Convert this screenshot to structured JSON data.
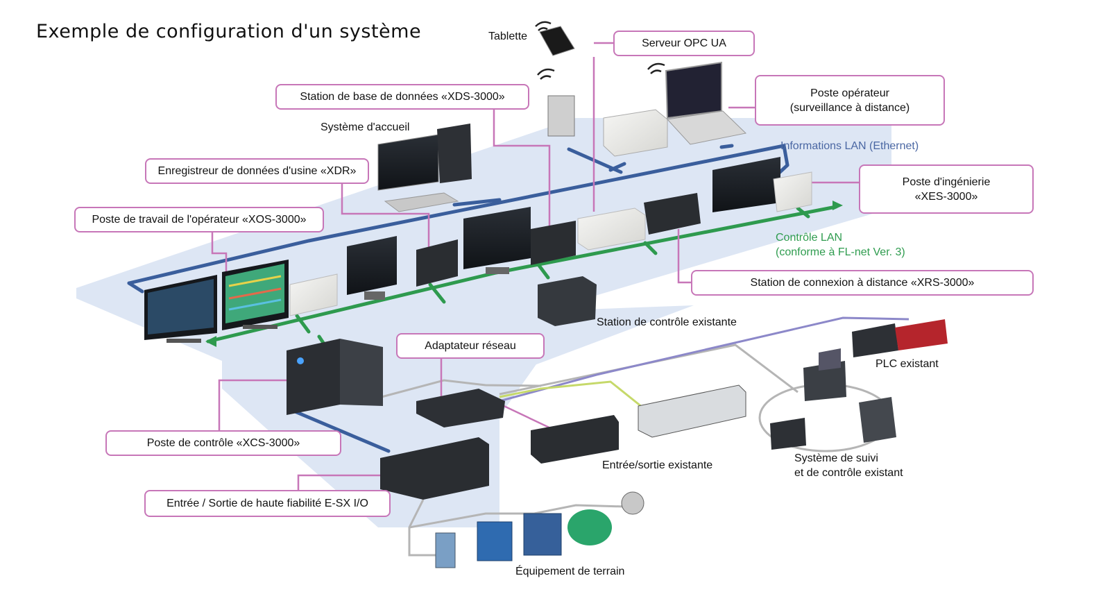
{
  "title": "Exemple de configuration d'un système",
  "callouts": {
    "serveur_opc": "Serveur OPC UA",
    "station_bdd": "Station de base de données «XDS-3000»",
    "poste_operateur_1": "Poste opérateur",
    "poste_operateur_2": "(surveillance à distance)",
    "enregistreur": "Enregistreur de données d'usine «XDR»",
    "poste_ingenierie_1": "Poste d'ingénierie",
    "poste_ingenierie_2": "«XES-3000»",
    "poste_travail": "Poste de travail de l'opérateur «XOS-3000»",
    "station_connexion": "Station de connexion à distance «XRS-3000»",
    "adaptateur": "Adaptateur réseau",
    "poste_controle": "Poste de contrôle «XCS-3000»",
    "entree_sortie_esx": "Entrée / Sortie de haute fiabilité E-SX I/O"
  },
  "labels": {
    "tablette": "Tablette",
    "systeme_accueil": "Système d'accueil",
    "station_existante": "Station de contrôle existante",
    "plc": "PLC existant",
    "es_existante": "Entrée/sortie existante",
    "suivi_1": "Système de suivi",
    "suivi_2": "et de contrôle existant",
    "equipement": "Équipement de terrain"
  },
  "networks": {
    "info_lan": "Informations LAN (Ethernet)",
    "controle_lan_1": "Contrôle LAN",
    "controle_lan_2": "(conforme à FL-net Ver. 3)"
  },
  "colors": {
    "callout_border": "#c776b8",
    "info_lan": "#3a5e9c",
    "controle_lan": "#2e9a4e",
    "platform": "#dde6f4",
    "field_cable": "#b5b5b5",
    "io_cable_yellow": "#c6d96a",
    "io_cable_violet": "#8c88c9"
  }
}
